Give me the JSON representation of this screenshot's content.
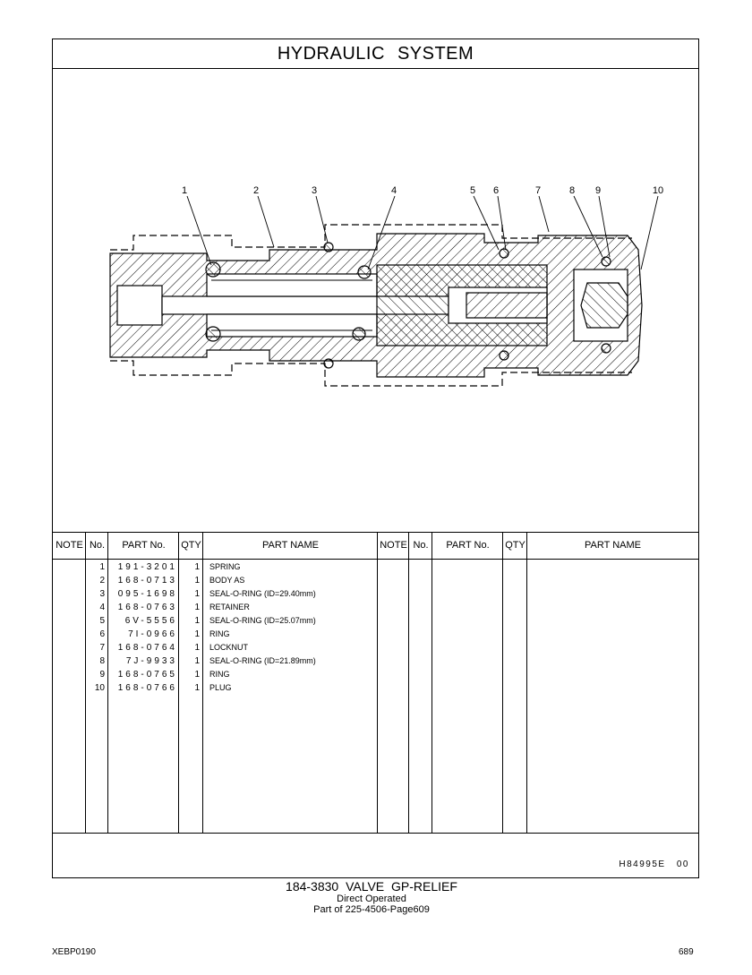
{
  "page_title": "HYDRAULIC SYSTEM",
  "callouts": [
    "1",
    "2",
    "3",
    "4",
    "5",
    "6",
    "7",
    "8",
    "9",
    "10"
  ],
  "table": {
    "headers": [
      "NOTE",
      "No.",
      "PART No.",
      "QTY",
      "PART NAME"
    ],
    "rows": [
      {
        "no": "1",
        "part_no": "191-3201",
        "qty": "1",
        "name": "SPRING"
      },
      {
        "no": "2",
        "part_no": "168-0713",
        "qty": "1",
        "name": "BODY AS"
      },
      {
        "no": "3",
        "part_no": "095-1698",
        "qty": "1",
        "name": "SEAL-O-RING (ID=29.40mm)"
      },
      {
        "no": "4",
        "part_no": "168-0763",
        "qty": "1",
        "name": "RETAINER"
      },
      {
        "no": "5",
        "part_no": "6V-5556",
        "qty": "1",
        "name": "SEAL-O-RING (ID=25.07mm)"
      },
      {
        "no": "6",
        "part_no": "7I-0966",
        "qty": "1",
        "name": "RING"
      },
      {
        "no": "7",
        "part_no": "168-0764",
        "qty": "1",
        "name": "LOCKNUT"
      },
      {
        "no": "8",
        "part_no": "7J-9933",
        "qty": "1",
        "name": "SEAL-O-RING (ID=21.89mm)"
      },
      {
        "no": "9",
        "part_no": "168-0765",
        "qty": "1",
        "name": "RING"
      },
      {
        "no": "10",
        "part_no": "168-0766",
        "qty": "1",
        "name": "PLUG"
      }
    ]
  },
  "illustration_code": "H84995E   00",
  "footer": {
    "line1": "184-3830  VALVE  GP-RELIEF",
    "line2": "Direct  Operated",
    "line3": "Part of 225-4506-Page609"
  },
  "doc_id": "XEBP0190",
  "page_number": "689"
}
